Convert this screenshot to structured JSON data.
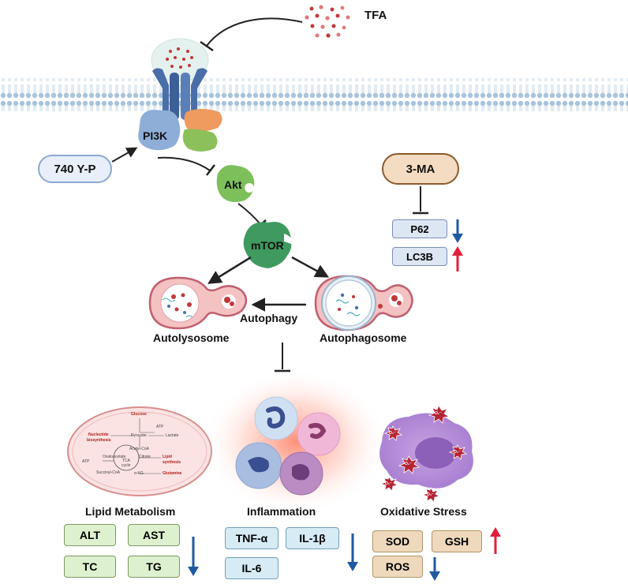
{
  "inhibitor": {
    "label": "TFA"
  },
  "receptor": {
    "pi3k_label": "PI3K",
    "phospho_label": "740 Y-P",
    "akt_label": "Akt",
    "mtor_label": "mTOR"
  },
  "autophagy": {
    "left_label": "Autolysosome",
    "right_label": "Autophagosome",
    "process_label": "Autophagy"
  },
  "ma_panel": {
    "label": "3-MA",
    "markers": [
      {
        "name": "P62"
      },
      {
        "name": "LC3B"
      }
    ]
  },
  "outcomes": {
    "lipid": {
      "title": "Lipid Metabolism",
      "markers": [
        "ALT",
        "AST",
        "TC",
        "TG"
      ]
    },
    "inflammation": {
      "title": "Inflammation",
      "markers": [
        "TNF-α",
        "IL-1β",
        "IL-6"
      ]
    },
    "oxidative": {
      "title": "Oxidative Stress",
      "markers": [
        "SOD",
        "GSH",
        "ROS"
      ],
      "ros_symbol": "O₂⁻"
    }
  },
  "mito_text": {
    "glucose": "Glucose",
    "atp": "ATP",
    "pyruvate": "Pyruvate",
    "lactate": "Lactate",
    "nucleotide": "Nucleotide",
    "biosynthesis": "biosynthesis",
    "acetyl": "Acetyl-CoA",
    "oxaloacetate": "Oxaloacetate",
    "citrate": "Citrate",
    "tca": "TCA",
    "cycle": "cycle",
    "lipid_syn": "Lipid",
    "synthesis": "synthesis",
    "succinyl": "Succinyl-CoA",
    "akg": "α-KG",
    "glutamine": "Glutamine"
  },
  "colors": {
    "membrane": "#aec9de",
    "receptor": "#4a6ea8",
    "pi3k": "#8eaed8",
    "akt": "#7dbf5a",
    "mtor": "#3f9a5f",
    "down_arrow": "#1f5aa0",
    "up_arrow": "#e0203a",
    "pill_blue": "#dde6f3",
    "pill_green": "#def1cf",
    "pill_cyan": "#d7ebf5",
    "pill_tan": "#eed9bd",
    "ma_fill": "#f3dcc1"
  }
}
